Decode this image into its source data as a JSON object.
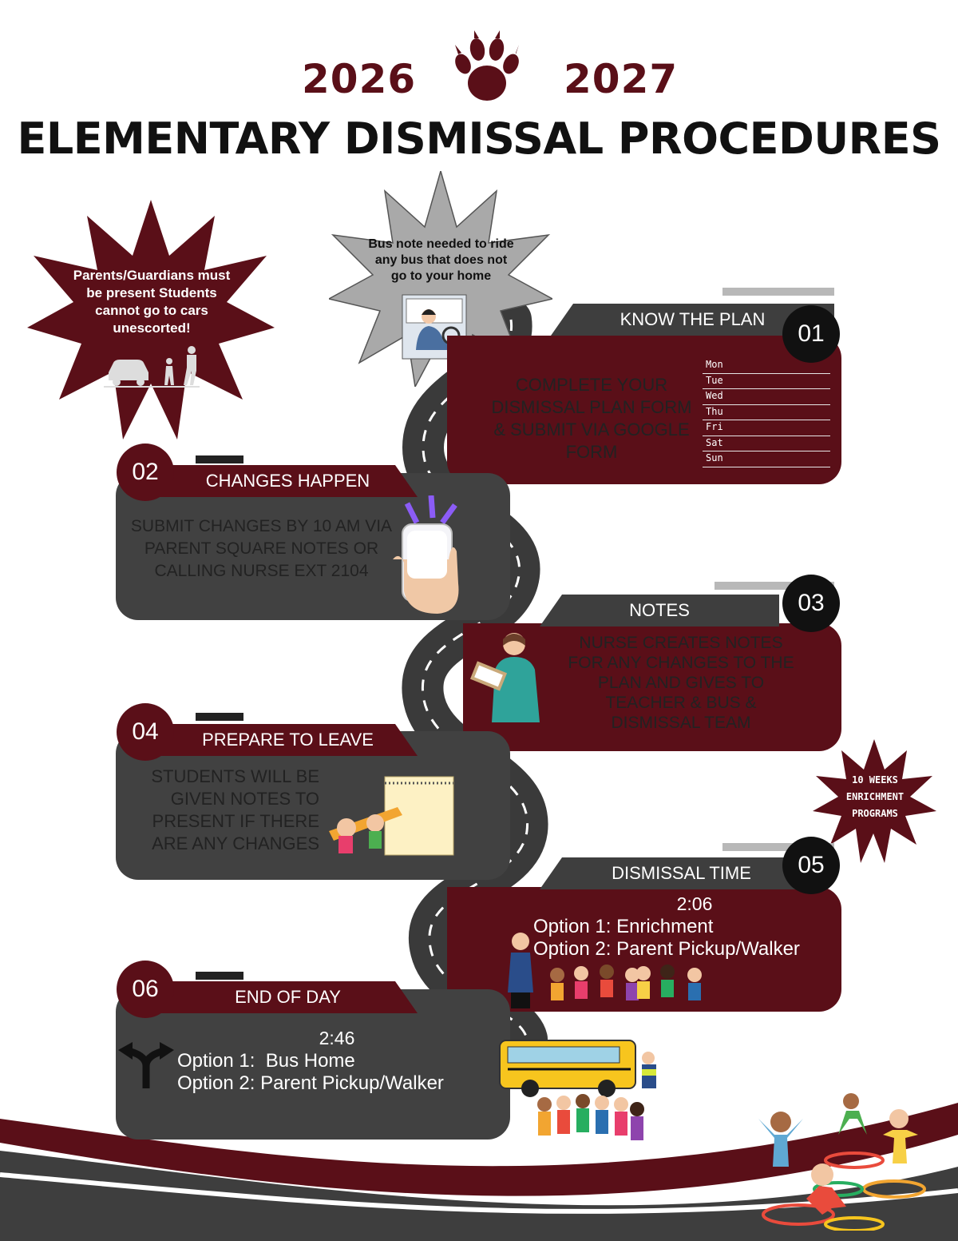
{
  "header": {
    "year_left": "2026",
    "year_right": "2027",
    "title": "ELEMENTARY DISMISSAL PROCEDURES",
    "paw_icon": "paw-print-icon"
  },
  "callouts": {
    "parents": "Parents/Guardians must be present Students cannot go to cars unescorted!",
    "bus_note": "Bus note needed to ride any bus that does not go to your home",
    "enrichment": "10 WEEKS ENRICHMENT PROGRAMS"
  },
  "steps": [
    {
      "number": "01",
      "title": "KNOW THE PLAN",
      "text": "COMPLETE YOUR DISMISSAL PLAN FORM & SUBMIT VIA GOOGLE FORM"
    },
    {
      "number": "02",
      "title": "CHANGES HAPPEN",
      "text": "SUBMIT CHANGES BY 10 AM VIA PARENT SQUARE NOTES OR CALLING NURSE EXT 2104"
    },
    {
      "number": "03",
      "title": "NOTES",
      "text": "NURSE CREATES NOTES FOR ANY CHANGES TO THE PLAN AND GIVES TO TEACHER & BUS & DISMISSAL TEAM"
    },
    {
      "number": "04",
      "title": "PREPARE TO LEAVE",
      "text": "STUDENTS WILL BE GIVEN NOTES TO PRESENT IF THERE ARE ANY CHANGES"
    },
    {
      "number": "05",
      "title": "DISMISSAL TIME",
      "time": "2:06",
      "option1": "Option 1: Enrichment",
      "option2": "Option 2: Parent Pickup/Walker"
    },
    {
      "number": "06",
      "title": "END OF DAY",
      "time": "2:46",
      "option1": "Option 1:  Bus Home",
      "option2": "Option 2: Parent Pickup/Walker"
    }
  ],
  "weekdays": [
    "Mon",
    "Tue",
    "Wed",
    "Thu",
    "Fri",
    "Sat",
    "Sun"
  ],
  "colors": {
    "maroon": "#5a0f18",
    "gray": "#414141",
    "road": "#3a3a3a"
  }
}
